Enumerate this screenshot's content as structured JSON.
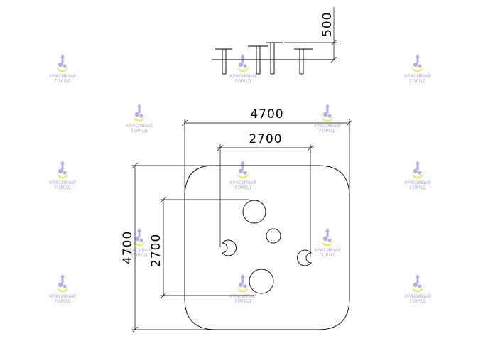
{
  "dimensions": {
    "height_top": "500",
    "outer_width": "4700",
    "inner_width": "2700",
    "outer_height": "4700",
    "inner_height": "2700"
  },
  "watermark": {
    "line1": "КРАСИВЫЙ",
    "line2": "ГОРОД",
    "colors": {
      "logo_purple": "#a8a0d8",
      "logo_yellow": "#f4dc5a",
      "text": "#9aa0c8"
    }
  }
}
